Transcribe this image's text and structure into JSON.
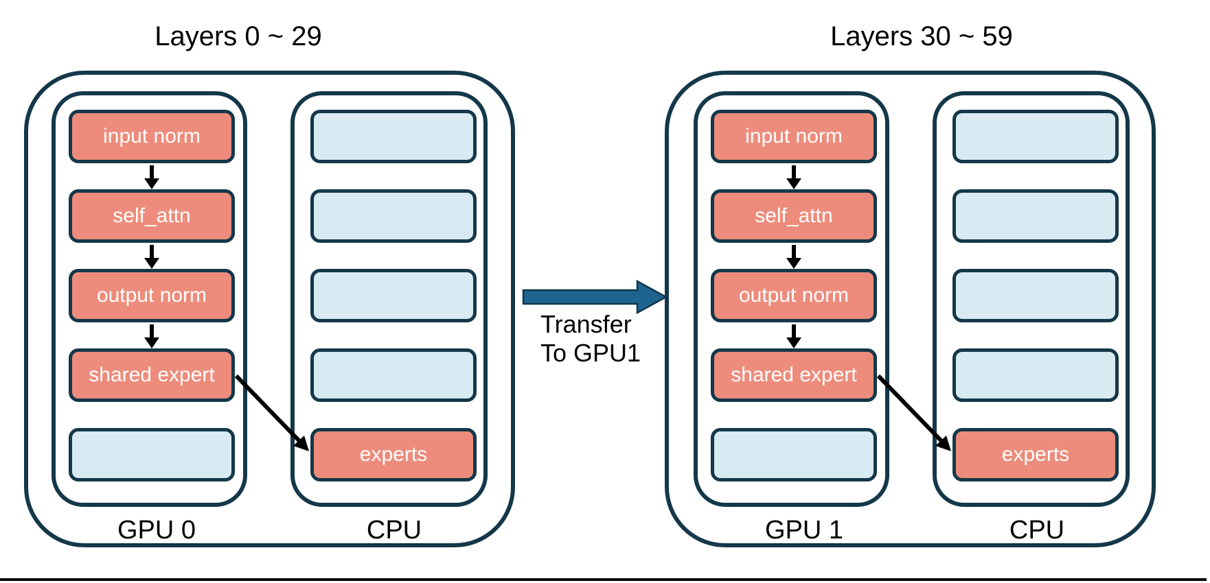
{
  "colors": {
    "outline_navy": "#143849",
    "layer_salmon": "#ED8C7C",
    "layer_lightblue": "#D8EAF2",
    "transfer_arrow_steel": "#1F648E",
    "text_black": "#000000",
    "box_text_white": "#ffffff"
  },
  "groups": [
    {
      "title": "Layers 0 ~ 29",
      "device_left_label": "GPU 0",
      "device_right_label": "CPU",
      "gpu_boxes": [
        "input norm",
        "self_attn",
        "output norm",
        "shared expert"
      ],
      "cpu_box_label": "experts"
    },
    {
      "title": "Layers 30 ~ 59",
      "device_left_label": "GPU 1",
      "device_right_label": "CPU",
      "gpu_boxes": [
        "input norm",
        "self_attn",
        "output norm",
        "shared expert"
      ],
      "cpu_box_label": "experts"
    }
  ],
  "transfer_label": {
    "line1": "Transfer",
    "line2": "To GPU1"
  }
}
